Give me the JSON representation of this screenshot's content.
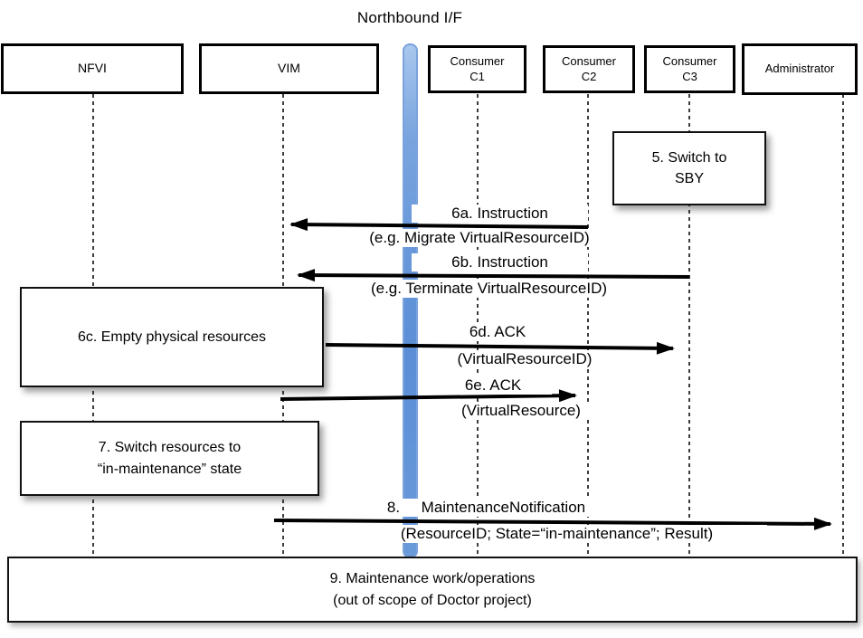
{
  "title": "Northbound I/F",
  "actors": [
    {
      "label": "NFVI"
    },
    {
      "label": "VIM"
    },
    {
      "label": "Consumer",
      "sub": "C1"
    },
    {
      "label": "Consumer",
      "sub": "C2"
    },
    {
      "label": "Consumer",
      "sub": "C3"
    },
    {
      "label": "Administrator"
    }
  ],
  "notes": {
    "note5": {
      "line1": "5. Switch to",
      "line2": "SBY"
    },
    "note6c": {
      "line1": "6c. Empty physical resources"
    },
    "note7": {
      "line1": "7. Switch resources to",
      "line2": "“in-maintenance” state"
    },
    "note9": {
      "line1": "9. Maintenance work/operations",
      "line2": "(out of scope of Doctor project)"
    }
  },
  "messages": {
    "m6a": {
      "label": "6a. Instruction",
      "sub": "(e.g. Migrate VirtualResourceID)"
    },
    "m6b": {
      "label": "6b. Instruction",
      "sub": "(e.g. Terminate VirtualResourceID)"
    },
    "m6d": {
      "label": "6d. ACK",
      "sub": "(VirtualResourceID)"
    },
    "m6e": {
      "label": "6e. ACK",
      "sub": "(VirtualResource)"
    },
    "m8": {
      "label": "8.     MaintenanceNotification",
      "sub": "(ResourceID; State=“in-maintenance”; Result)"
    }
  },
  "colors": {
    "bar_fill": "#5b8ed6",
    "bar_border": "#7aa3dd",
    "arrow": "#000000",
    "lifeline": "#3c3c3c"
  }
}
